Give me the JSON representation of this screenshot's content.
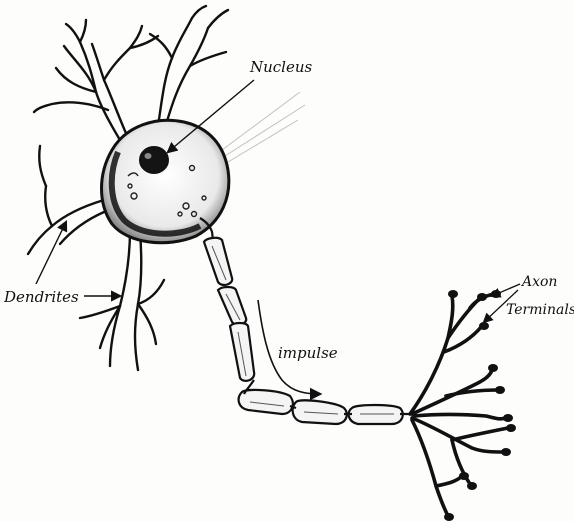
{
  "labels": {
    "nucleus": "Nucleus",
    "dendrites": "Dendrites",
    "axon_terminals_line1": "Axon",
    "axon_terminals_line2": "Terminals",
    "impulse": "impulse"
  },
  "colors": {
    "ink": "#111111",
    "paper": "#fdfdfc",
    "myelin_fill": "#f4f4f4",
    "shading": "#555555"
  }
}
